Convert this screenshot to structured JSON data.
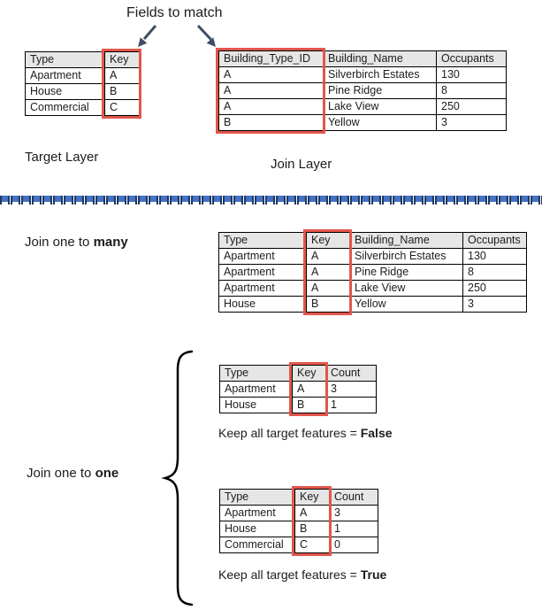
{
  "title": "Fields to match",
  "labels": {
    "target_layer": "Target Layer",
    "join_layer": "Join Layer",
    "join_one_to_many_prefix": "Join one to ",
    "join_one_to_many_bold": "many",
    "join_one_to_one_prefix": "Join one to ",
    "join_one_to_one_bold": "one",
    "keep_false_prefix": "Keep all target features = ",
    "keep_false_bold": "False",
    "keep_true_prefix": "Keep all target features = ",
    "keep_true_bold": "True"
  },
  "tables": {
    "target": {
      "headers": [
        "Type",
        "Key"
      ],
      "rows": [
        [
          "Apartment",
          "A"
        ],
        [
          "House",
          "B"
        ],
        [
          "Commercial",
          "C"
        ]
      ],
      "highlight_column": "Key"
    },
    "join_layer": {
      "headers": [
        "Building_Type_ID",
        "Building_Name",
        "Occupants"
      ],
      "rows": [
        [
          "A",
          "Silverbirch Estates",
          "130"
        ],
        [
          "A",
          "Pine Ridge",
          "8"
        ],
        [
          "A",
          "Lake View",
          "250"
        ],
        [
          "B",
          "Yellow",
          "3"
        ]
      ],
      "highlight_column": "Building_Type_ID"
    },
    "one_to_many": {
      "headers": [
        "Type",
        "Key",
        "Building_Name",
        "Occupants"
      ],
      "rows": [
        [
          "Apartment",
          "A",
          "Silverbirch Estates",
          "130"
        ],
        [
          "Apartment",
          "A",
          "Pine Ridge",
          "8"
        ],
        [
          "Apartment",
          "A",
          "Lake View",
          "250"
        ],
        [
          "House",
          "B",
          "Yellow",
          "3"
        ]
      ],
      "highlight_column": "Key"
    },
    "one_to_one_false": {
      "headers": [
        "Type",
        "Key",
        "Count"
      ],
      "rows": [
        [
          "Apartment",
          "A",
          "3"
        ],
        [
          "House",
          "B",
          "1"
        ]
      ],
      "highlight_column": "Key"
    },
    "one_to_one_true": {
      "headers": [
        "Type",
        "Key",
        "Count"
      ],
      "rows": [
        [
          "Apartment",
          "A",
          "3"
        ],
        [
          "House",
          "B",
          "1"
        ],
        [
          "Commercial",
          "C",
          "0"
        ]
      ],
      "highlight_column": "Key"
    }
  },
  "icons": {
    "arrow_left": "down-left-arrow",
    "arrow_right": "down-right-arrow",
    "brace": "left-curly-brace",
    "divider": "dashed-divider-line"
  },
  "colors": {
    "highlight_red": "#e2564c",
    "table_header_gray": "#e7e6e6",
    "divider_blue": "#4472c4",
    "divider_dark_navy": "#203864",
    "arrow_navy": "#3f4e66",
    "text_black": "#1c1c1c"
  }
}
